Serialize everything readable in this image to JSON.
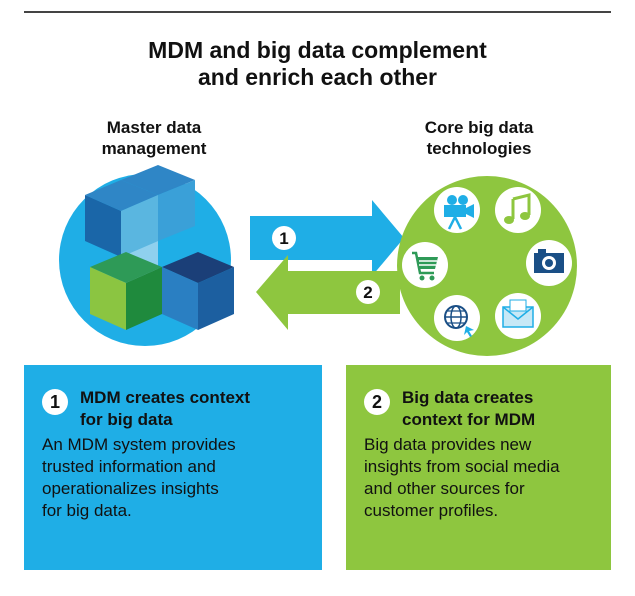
{
  "title": {
    "line1": "MDM and big data complement",
    "line2": "and enrich each other"
  },
  "left_label": {
    "line1": "Master data",
    "line2": "management"
  },
  "right_label": {
    "line1": "Core big data",
    "line2": "technologies"
  },
  "arrows": [
    {
      "number": "1",
      "direction": "right",
      "color": "#1faee6"
    },
    {
      "number": "2",
      "direction": "left",
      "color": "#8ec63f"
    }
  ],
  "big_data_icons": [
    "video-camera-icon",
    "music-note-icon",
    "camera-icon",
    "email-icon",
    "globe-icon",
    "shopping-cart-icon"
  ],
  "panels": [
    {
      "number": "1",
      "title": [
        "MDM creates context",
        "for big data"
      ],
      "body": [
        "An MDM system provides",
        "trusted information and",
        "operationalizes insights",
        "for big data."
      ]
    },
    {
      "number": "2",
      "title": [
        "Big data creates",
        "context for MDM"
      ],
      "body": [
        "Big data provides new",
        "insights from social media",
        "and other sources for",
        "customer profiles."
      ]
    }
  ],
  "colors": {
    "blue": "#1faee6",
    "green": "#8ec63f",
    "dark_green": "#3a8a3a",
    "navy": "#1a3a6a"
  }
}
